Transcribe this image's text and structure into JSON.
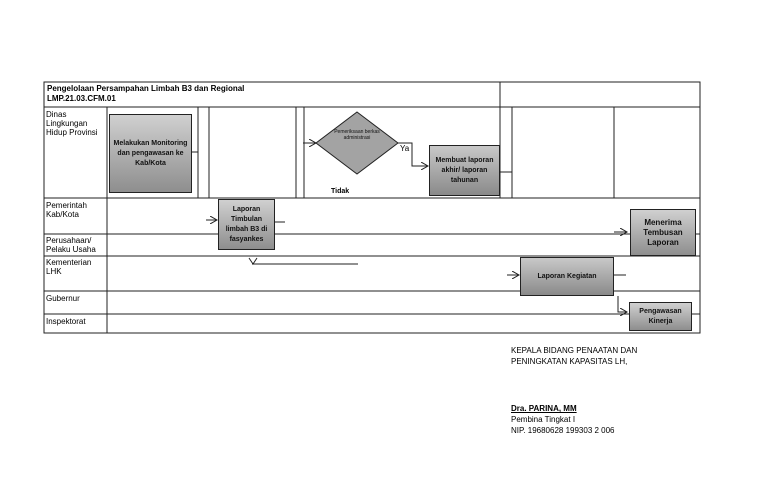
{
  "header": {
    "title": "Pengelolaan Persampahan Limbah B3 dan Regional",
    "code": "LMP.21.03.CFM.01"
  },
  "lanes": [
    "Dinas Lingkungan Hidup Provinsi",
    "Pemerintah Kab/Kota",
    "Perusahaan/ Pelaku Usaha",
    "Kementerian LHK",
    "Gubernur",
    "Inspektorat"
  ],
  "steps": {
    "monitoring": "Melakukan Monitoring dan pengawasan ke Kab/Kota",
    "decision": "Pemeriksaan berkas administrasi",
    "final_report": "Membuat laporan akhir/ laporan tahunan",
    "waste_report": "Laporan Timbulan limbah B3 di fasyankes",
    "activity_report": "Laporan Kegiatan",
    "receive_copy": "Menerima Tembusan Laporan",
    "performance": "Pengawasan Kinerja"
  },
  "labels": {
    "yes": "Ya",
    "no": "Tidak"
  },
  "signature": {
    "position_line1": "KEPALA BIDANG PENAATAN DAN",
    "position_line2": "PENINGKATAN KAPASITAS LH,",
    "name": "Dra. PARINA, MM",
    "rank": "Pembina Tingkat I",
    "nip": "NIP. 19680628 199303 2 006"
  }
}
